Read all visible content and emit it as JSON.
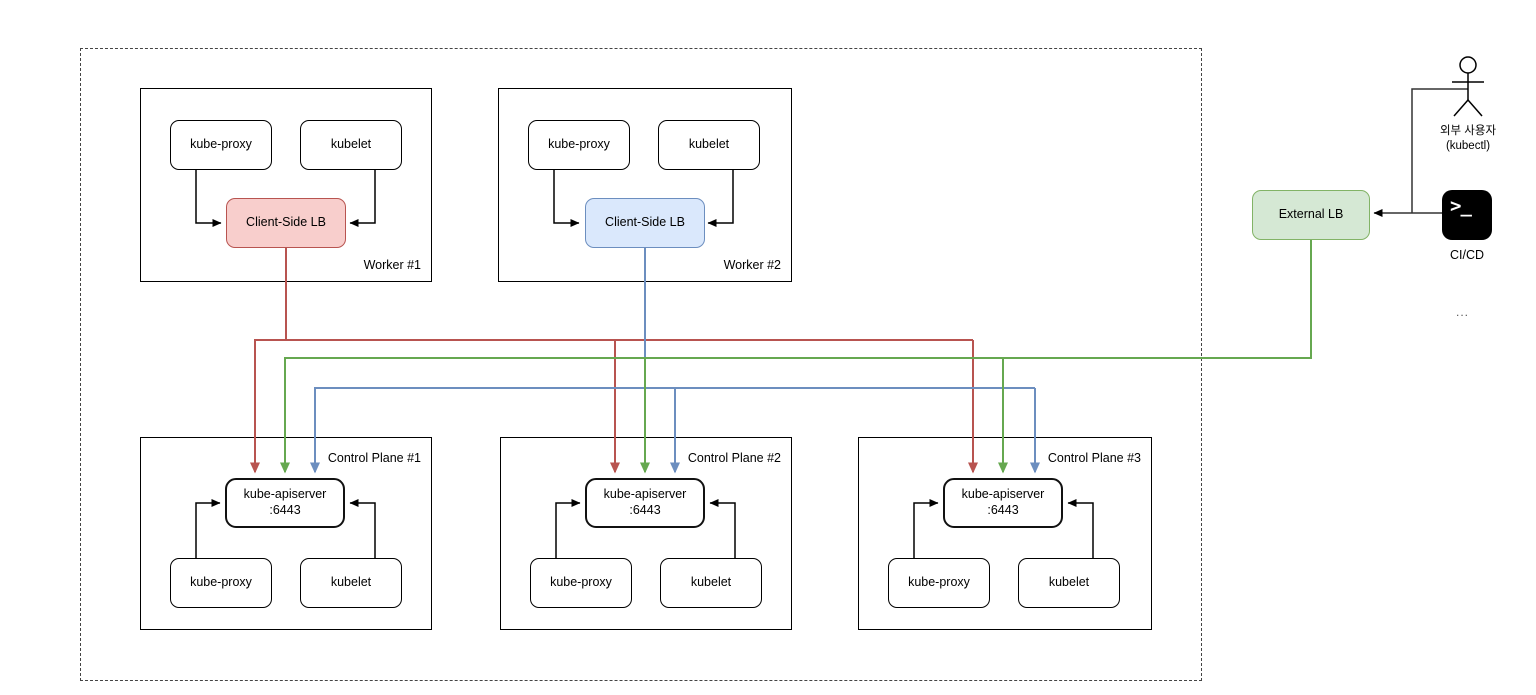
{
  "workers": [
    {
      "name": "Worker #1",
      "kube_proxy": "kube-proxy",
      "kubelet": "kubelet",
      "lb": "Client-Side LB"
    },
    {
      "name": "Worker #2",
      "kube_proxy": "kube-proxy",
      "kubelet": "kubelet",
      "lb": "Client-Side LB"
    }
  ],
  "control_planes": [
    {
      "name": "Control Plane #1",
      "apiserver": "kube-apiserver",
      "port": ":6443",
      "kube_proxy": "kube-proxy",
      "kubelet": "kubelet"
    },
    {
      "name": "Control Plane #2",
      "apiserver": "kube-apiserver",
      "port": ":6443",
      "kube_proxy": "kube-proxy",
      "kubelet": "kubelet"
    },
    {
      "name": "Control Plane #3",
      "apiserver": "kube-apiserver",
      "port": ":6443",
      "kube_proxy": "kube-proxy",
      "kubelet": "kubelet"
    }
  ],
  "external": {
    "lb": "External LB",
    "user_line1": "외부 사용자",
    "user_line2": "(kubectl)",
    "cicd": "CI/CD",
    "terminal_glyph": ">_",
    "ellipsis": "..."
  },
  "colors": {
    "red_node_fill": "#f8cecc",
    "red_node_stroke": "#b85450",
    "blue_node_fill": "#dae8fc",
    "blue_node_stroke": "#6c8ebf",
    "green_node_fill": "#d5e8d4",
    "green_node_stroke": "#82b366",
    "wire_red": "#b85450",
    "wire_green": "#66a850",
    "wire_blue": "#6c8ebf",
    "wire_black": "#000000"
  }
}
